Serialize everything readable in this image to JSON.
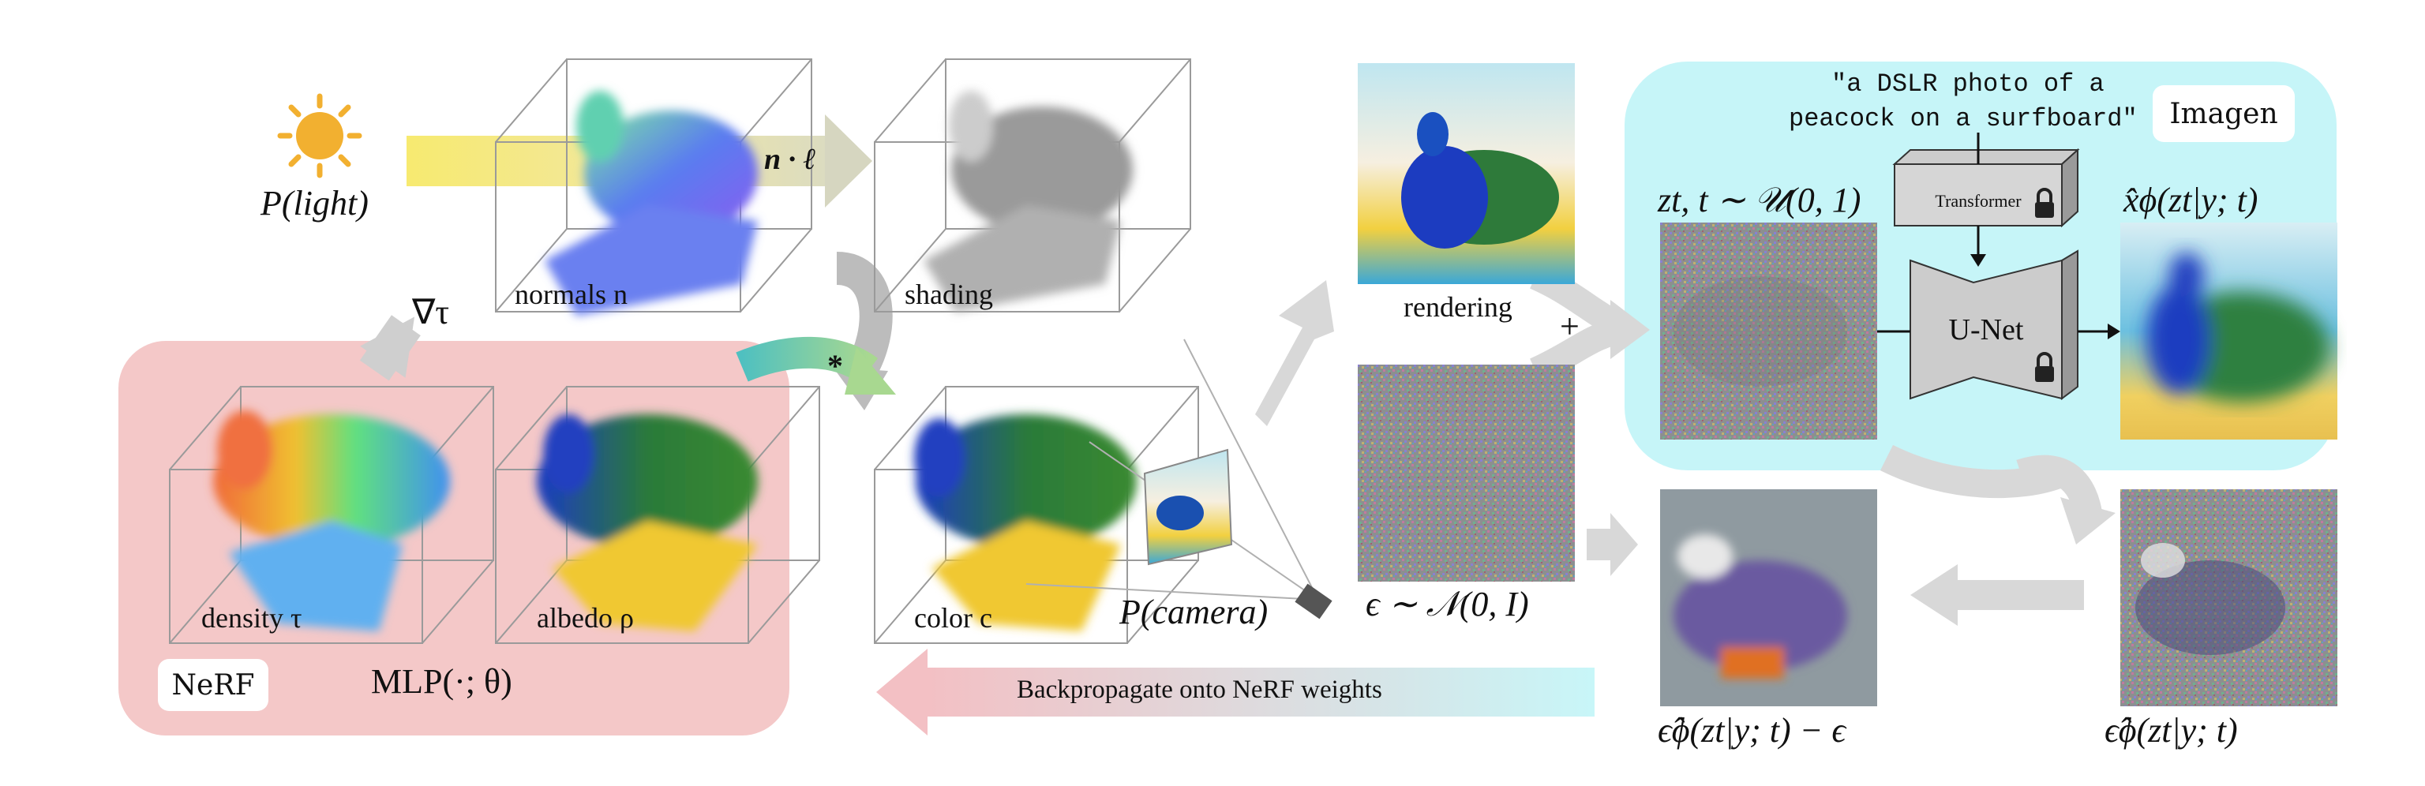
{
  "panels": {
    "nerf_badge": "NeRF",
    "mlp_label": "MLP(·; θ)",
    "imagen_badge": "Imagen"
  },
  "light": {
    "label": "P(light)",
    "op": "n · ℓ",
    "gradient": "∇τ"
  },
  "boxes": {
    "normals": "normals n",
    "shading": "shading",
    "density": "density τ",
    "albedo": "albedo ρ",
    "color": "color c"
  },
  "operators": {
    "multiply": "*",
    "plus": "+"
  },
  "camera": {
    "label": "P(camera)"
  },
  "rendering": {
    "label": "rendering"
  },
  "noise": {
    "label": "ϵ ∼ 𝒩(0, I)"
  },
  "diffusion": {
    "zt_label": "zt, t ∼ 𝒰(0, 1)",
    "prompt_line1": "\"a DSLR photo of a",
    "prompt_line2": "peacock on a surfboard\"",
    "transformer": "Transformer",
    "unet": "U-Net",
    "xhat_label": "x̂ϕ(zt|y; t)",
    "eps_hat_label": "ϵ̂ϕ(zt|y; t)",
    "residual_label": "ϵ̂ϕ(zt|y; t) − ϵ"
  },
  "backprop": {
    "label": "Backpropagate onto NeRF weights"
  },
  "colors": {
    "nerf_panel": "#f4c8c8",
    "imagen_panel": "#c6f5f8",
    "arrow_gray": "#d0d0d0",
    "sun": "#f2b030"
  }
}
